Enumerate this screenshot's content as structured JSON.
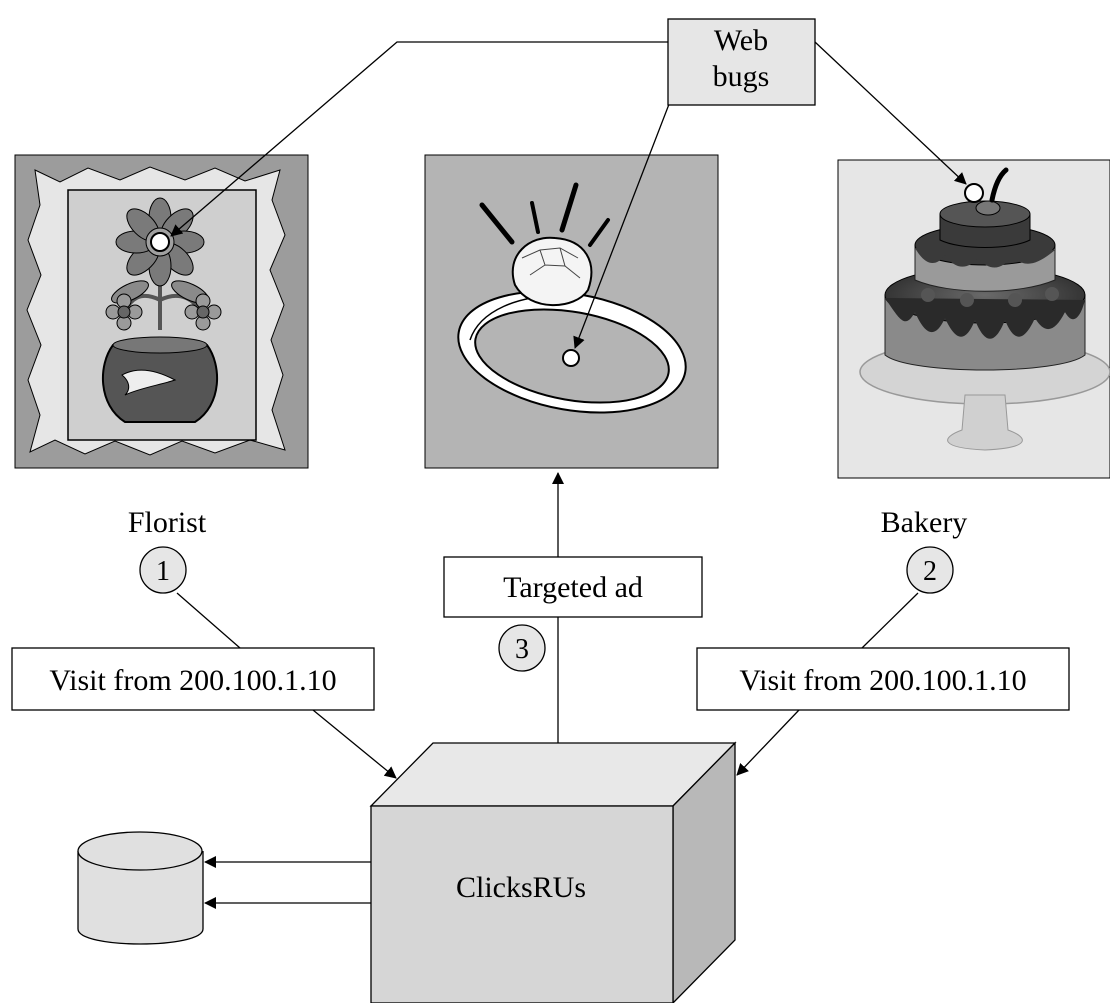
{
  "diagram": {
    "web_bugs_label": "Web\nbugs",
    "sites": {
      "florist": {
        "label": "Florist",
        "step": "1"
      },
      "bakery": {
        "label": "Bakery",
        "step": "2"
      }
    },
    "ad": {
      "label": "Targeted ad",
      "step": "3"
    },
    "visit_left": "Visit from 200.100.1.10",
    "visit_right": "Visit from 200.100.1.10",
    "server_label": "ClicksRUs"
  }
}
